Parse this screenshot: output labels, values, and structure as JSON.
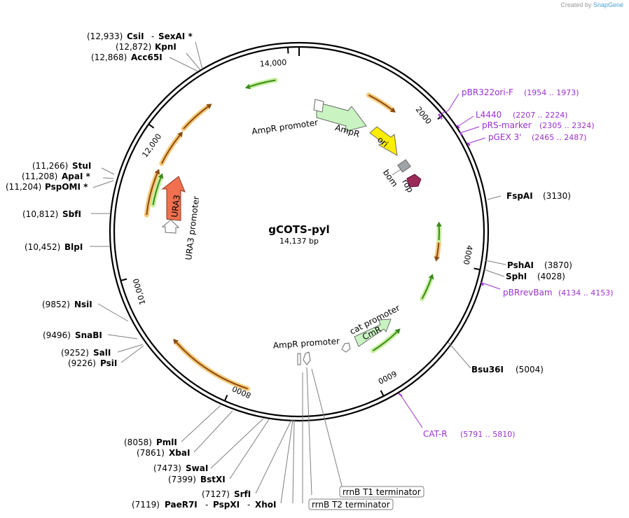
{
  "credit": {
    "prefix": "Created by",
    "brand": "SnapGene"
  },
  "plasmid": {
    "name": "gCOTS-pyl",
    "length": "14,137 bp",
    "total_bp": 14137
  },
  "ring_ticks": [
    {
      "label": "2000",
      "bp": 2000
    },
    {
      "label": "4000",
      "bp": 4000
    },
    {
      "label": "6000",
      "bp": 6000
    },
    {
      "label": "8000",
      "bp": 8000
    },
    {
      "label": "10,000",
      "bp": 10000
    },
    {
      "label": "12,000",
      "bp": 12000
    },
    {
      "label": "14,000",
      "bp": 14000
    }
  ],
  "enzymes": [
    {
      "id": "sexai",
      "name": "CsiI",
      "pos": "(12,933)",
      "suffix": "SexAI *"
    },
    {
      "id": "kpni",
      "name": "KpnI",
      "pos": "(12,872)"
    },
    {
      "id": "acc65i",
      "name": "Acc65I",
      "pos": "(12,868)"
    },
    {
      "id": "stui",
      "name": "StuI",
      "pos": "(11,266)"
    },
    {
      "id": "apai",
      "name": "ApaI *",
      "pos": "(11,208)"
    },
    {
      "id": "pspomi",
      "name": "PspOMI *",
      "pos": "(11,204)"
    },
    {
      "id": "sbfi",
      "name": "SbfI",
      "pos": "(10,812)"
    },
    {
      "id": "blpi",
      "name": "BlpI",
      "pos": "(10,452)"
    },
    {
      "id": "nsii",
      "name": "NsiI",
      "pos": "(9852)"
    },
    {
      "id": "snabi",
      "name": "SnaBI",
      "pos": "(9496)"
    },
    {
      "id": "sali",
      "name": "SalI",
      "pos": "(9252)"
    },
    {
      "id": "psii",
      "name": "PsiI",
      "pos": "(9226)"
    },
    {
      "id": "pmli",
      "name": "PmlI",
      "pos": "(8058)"
    },
    {
      "id": "xbai",
      "name": "XbaI",
      "pos": "(7861)"
    },
    {
      "id": "swai",
      "name": "SwaI",
      "pos": "(7473)"
    },
    {
      "id": "bstxi",
      "name": "BstXI",
      "pos": "(7399)"
    },
    {
      "id": "srfi",
      "name": "SrfI",
      "pos": "(7127)"
    },
    {
      "id": "paer7i",
      "name": "PaeR7I",
      "pos": "(7119)",
      "extra1": "PspXI",
      "extra2": "XhoI"
    },
    {
      "id": "fspai",
      "name": "FspAI",
      "pos": "(3130)"
    },
    {
      "id": "pshai",
      "name": "PshAI",
      "pos": "(3870)"
    },
    {
      "id": "sphi",
      "name": "SphI",
      "pos": "(4028)"
    },
    {
      "id": "bsu36i",
      "name": "Bsu36I",
      "pos": "(5004)"
    }
  ],
  "primers": [
    {
      "id": "pbr322",
      "name": "pBR322ori-F",
      "range": "(1954 .. 1973)"
    },
    {
      "id": "l4440",
      "name": "L4440",
      "range": "(2207 .. 2224)"
    },
    {
      "id": "prs",
      "name": "pRS-marker",
      "range": "(2305 .. 2324)"
    },
    {
      "id": "pgex",
      "name": "pGEX 3'",
      "range": "(2465 .. 2487)"
    },
    {
      "id": "pbrrevbam",
      "name": "pBRrevBam",
      "range": "(4134 .. 4153)"
    },
    {
      "id": "catr",
      "name": "CAT-R",
      "range": "(5791 .. 5810)"
    }
  ],
  "features": {
    "ampr_promoter_top": "AmpR promoter",
    "ampr": "AmpR",
    "ori": "ori",
    "bom": "bom",
    "rop": "rop",
    "ura3": "URA3",
    "ura3_promoter": "URA3 promoter",
    "cat_promoter": "cat promoter",
    "cmr": "CmR",
    "ampr_promoter_bottom": "AmpR promoter",
    "rrnb_t1": "rrnB T1 terminator",
    "rrnb_t2": "rrnB T2 terminator"
  },
  "colors": {
    "ring": "#000000",
    "green_arrow": "#3a8a1a",
    "green_glow": "#c8f0a0",
    "orange_arrow": "#8a4a10",
    "orange_glow": "#f5c97a",
    "ampr_fill": "#c9f4c2",
    "ori_fill": "#ffee00",
    "ura3_fill": "#f07050",
    "rop_fill": "#9a2a5a",
    "bom_fill": "#a0a4a8",
    "primer": "#9b30d0",
    "leader": "#7f7f7f"
  }
}
